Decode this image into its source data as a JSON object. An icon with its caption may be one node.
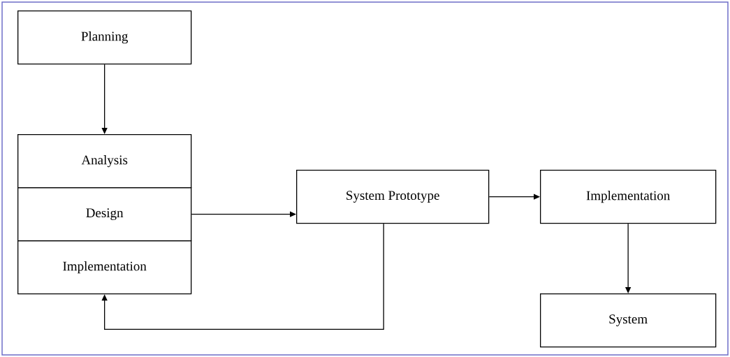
{
  "diagram": {
    "nodes": [
      {
        "text": [
          "Planning"
        ]
      },
      {
        "text": [
          "Analysis"
        ]
      },
      {
        "text": [
          "Design"
        ]
      },
      {
        "text": [
          "Implementation"
        ]
      },
      {
        "text": [
          "System Prototype"
        ]
      },
      {
        "text": [
          "Implementation"
        ]
      },
      {
        "text": [
          "System"
        ]
      }
    ],
    "edges": [
      {
        "from": 0,
        "to": 1,
        "arrow": "to"
      },
      {
        "from": 2,
        "to": 4,
        "arrow": "to"
      },
      {
        "from": 4,
        "to": 3,
        "arrow": "to"
      },
      {
        "from": 4,
        "to": 5,
        "arrow": "to"
      },
      {
        "from": 5,
        "to": 6,
        "arrow": "to"
      }
    ]
  }
}
